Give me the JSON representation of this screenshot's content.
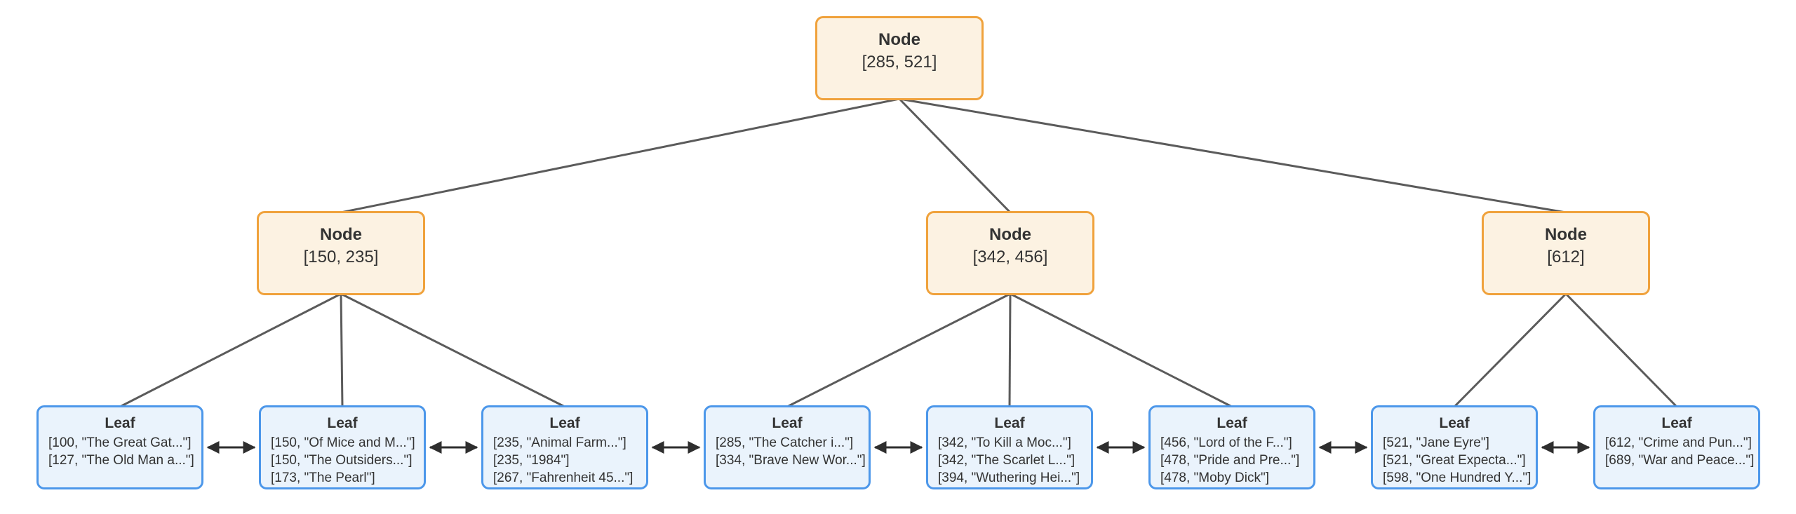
{
  "tree": {
    "root": {
      "title": "Node",
      "keys": "[285, 521]"
    },
    "internal": [
      {
        "title": "Node",
        "keys": "[150, 235]"
      },
      {
        "title": "Node",
        "keys": "[342, 456]"
      },
      {
        "title": "Node",
        "keys": "[612]"
      }
    ],
    "leaves": [
      {
        "title": "Leaf",
        "entries": [
          "[100, \"The Great Gat...\"]",
          "[127, \"The Old Man a...\"]"
        ]
      },
      {
        "title": "Leaf",
        "entries": [
          "[150, \"Of Mice and M...\"]",
          "[150, \"The Outsiders...\"]",
          "[173, \"The Pearl\"]"
        ]
      },
      {
        "title": "Leaf",
        "entries": [
          "[235, \"Animal Farm...\"]",
          "[235, \"1984\"]",
          "[267, \"Fahrenheit 45...\"]"
        ]
      },
      {
        "title": "Leaf",
        "entries": [
          "[285, \"The Catcher i...\"]",
          "[334, \"Brave New Wor...\"]"
        ]
      },
      {
        "title": "Leaf",
        "entries": [
          "[342, \"To Kill a Moc...\"]",
          "[342, \"The Scarlet L...\"]",
          "[394, \"Wuthering Hei...\"]"
        ]
      },
      {
        "title": "Leaf",
        "entries": [
          "[456, \"Lord of the F...\"]",
          "[478, \"Pride and Pre...\"]",
          "[478, \"Moby Dick\"]"
        ]
      },
      {
        "title": "Leaf",
        "entries": [
          "[521, \"Jane Eyre\"]",
          "[521, \"Great Expecta...\"]",
          "[598, \"One Hundred Y...\"]"
        ]
      },
      {
        "title": "Leaf",
        "entries": [
          "[612, \"Crime and Pun...\"]",
          "[689, \"War and Peace...\"]"
        ]
      }
    ]
  },
  "colors": {
    "node_fill": "#FCF2E2",
    "node_border": "#F0A23C",
    "leaf_fill": "#EAF3FC",
    "leaf_border": "#4C97EA",
    "edge": "#5B5B5B",
    "arrow": "#2E2E2E",
    "text": "#333333",
    "background": "#FFFFFF"
  }
}
